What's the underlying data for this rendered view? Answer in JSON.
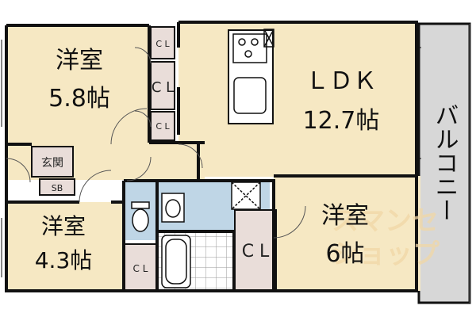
{
  "colors": {
    "room_fill": "#f6e8c3",
    "wet_fill": "#bfd6e6",
    "closet_fill": "#e9ddd9",
    "balcony_fill": "#d7d7d7",
    "floor_tile": "#ffffff",
    "wall": "#111111",
    "watermark": "#f1d7a6"
  },
  "rooms": {
    "western1": {
      "line1": "洋室",
      "line2": "5.8帖"
    },
    "ldk": {
      "line1": "ＬＤＫ",
      "line2": "12.7帖"
    },
    "western2": {
      "line1": "洋室",
      "line2": "4.3帖"
    },
    "western3": {
      "line1": "洋室",
      "line2": "6帖"
    },
    "balcony": {
      "label": "バルコニー"
    },
    "entrance": {
      "label": "玄関"
    },
    "shoe_box": {
      "label": "SB"
    },
    "closet_small_1": {
      "label": "C L"
    },
    "closet_mid": {
      "label": "C L"
    },
    "closet_small_2": {
      "label": "C L"
    },
    "closet_bottom": {
      "label": "C L"
    },
    "closet_big": {
      "label": "C L"
    }
  },
  "watermark": {
    "line1": "スマンセ",
    "line2": "ショップ"
  },
  "icons": [
    "stove-icon",
    "sink-icon",
    "washbasin-icon",
    "toilet-icon",
    "bathtub-icon",
    "washing-machine-icon",
    "refrigerator-icon"
  ]
}
